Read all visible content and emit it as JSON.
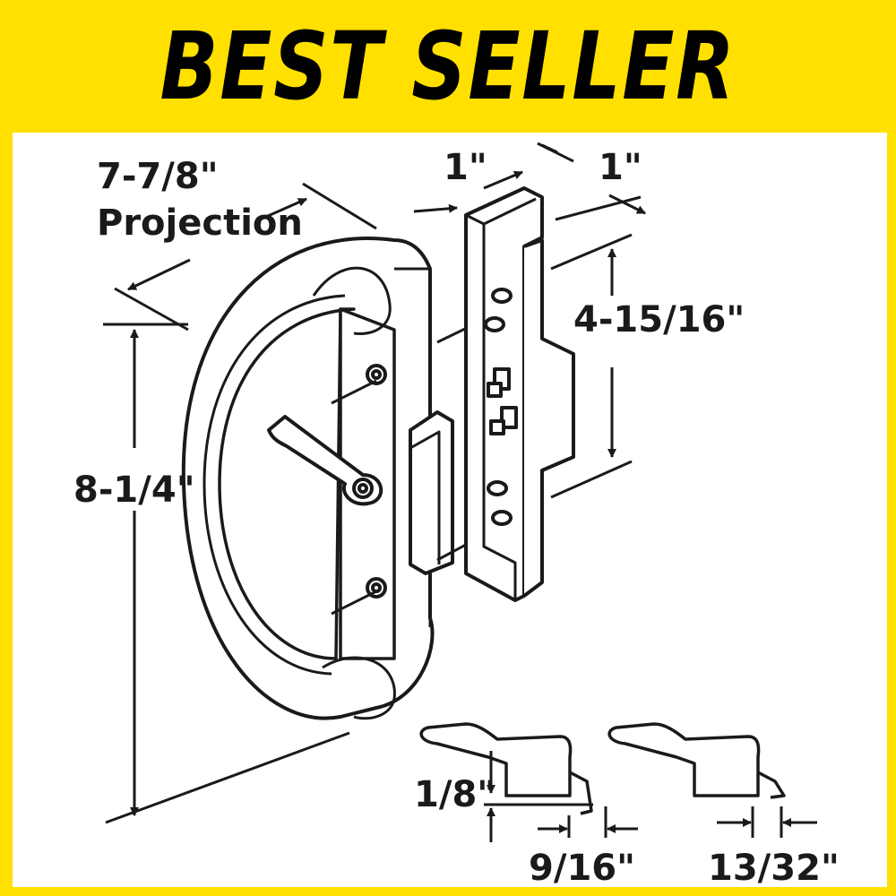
{
  "banner": {
    "text": "BEST SELLER"
  },
  "colors": {
    "frame": "#FFE000",
    "ink": "#1a1a1a",
    "paper": "#ffffff"
  },
  "dimensions": {
    "projection_value": "7-7/8\"",
    "projection_label": "Projection",
    "height": "8-1/4\"",
    "strike_height": "4-15/16\"",
    "strike_depth_a": "1\"",
    "strike_depth_b": "1\"",
    "latch_thickness": "1/8\"",
    "latch_offset_a": "9/16\"",
    "latch_offset_b": "13/32\""
  },
  "icons": [
    "door-handle-icon",
    "strike-plate-icon",
    "latch-hook-icon"
  ]
}
